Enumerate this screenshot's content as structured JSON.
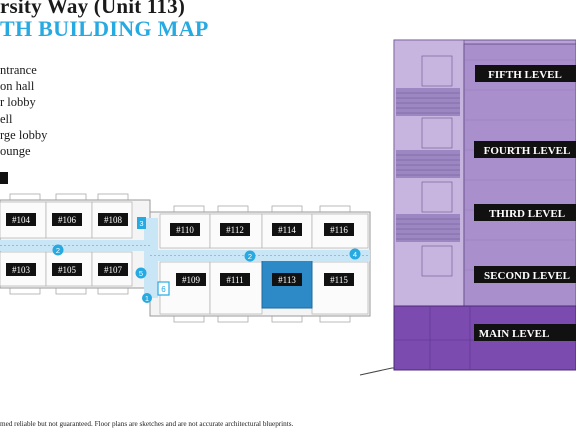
{
  "header": {
    "title": "rsity Way (Unit 113)",
    "subtitle": "TH BUILDING MAP"
  },
  "legend": [
    "ntrance",
    "on hall",
    "r lobby",
    "ell",
    "rge lobby",
    "ounge"
  ],
  "units_top": [
    "#104",
    "#106",
    "#108",
    "#110",
    "#112",
    "#114",
    "#116"
  ],
  "units_bottom": [
    "#103",
    "#105",
    "#107",
    "#109",
    "#111",
    "#113",
    "#115"
  ],
  "highlighted_unit": "#113",
  "markers": [
    "1",
    "2",
    "2",
    "3",
    "4",
    "5",
    "6"
  ],
  "levels": [
    "FIFTH LEVEL",
    "FOURTH LEVEL",
    "THIRD LEVEL",
    "SECOND LEVEL",
    "MAIN LEVEL"
  ],
  "highlighted_level": "MAIN LEVEL",
  "disclaimer": "med reliable but not guaranteed. Floor plans are sketches and are not accurate architectural blueprints.",
  "colors": {
    "accent": "#27a9e1",
    "highlight_unit": "#2d8ac6",
    "corridor": "#c8e6f5",
    "building": "#b9a3d6",
    "highlight_level": "#7b4bb0"
  }
}
